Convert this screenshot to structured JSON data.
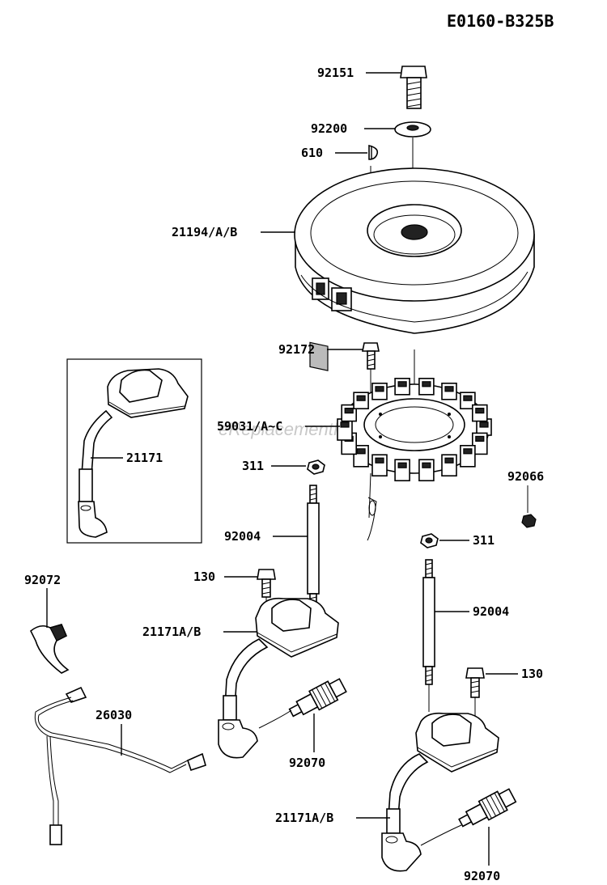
{
  "diagram_id": "E0160-B325B",
  "watermark": "eReplacementParts.com",
  "parts": {
    "bolt_top": "92151",
    "washer": "92200",
    "key": "610",
    "flywheel": "21194/A/B",
    "screw_stator": "92172",
    "stator": "59031/A~C",
    "nut_left": "311",
    "nut_right": "311",
    "nut_far_right": "92066",
    "coil_boxed": "21171",
    "stud_left": "92004",
    "stud_right": "92004",
    "bolt_left": "130",
    "bolt_right": "130",
    "clamp": "92072",
    "coil_left": "21171A/B",
    "coil_right": "21171A/B",
    "lead_wire": "26030",
    "spark_plug_left": "92070",
    "spark_plug_right": "92070"
  }
}
